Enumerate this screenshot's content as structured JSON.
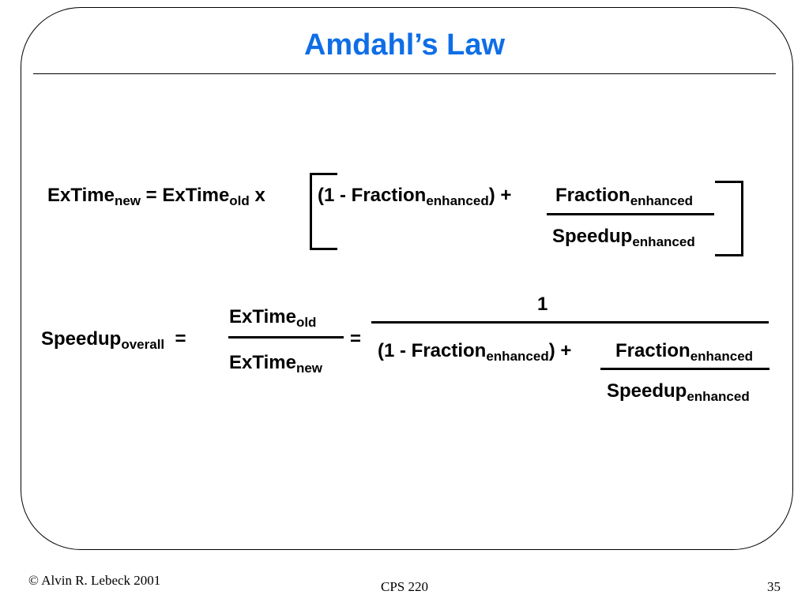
{
  "slide": {
    "title": "Amdahl’s Law"
  },
  "eq1": {
    "lhs_base": "ExTime",
    "lhs_sub": "new",
    "equals": "=",
    "old_base": "ExTime",
    "old_sub": "old",
    "times": "x",
    "term1_base": "(1 - Fraction",
    "term1_sub": "enhanced",
    "term1_close": ") +",
    "num_base": "Fraction",
    "num_sub": "enhanced",
    "den_base": "Speedup",
    "den_sub": "enhanced"
  },
  "eq2": {
    "lhs_base": "Speedup",
    "lhs_sub": "overall",
    "equals1": "=",
    "num_base": "ExTime",
    "num_sub": "old",
    "den_base": "ExTime",
    "den_sub": "new",
    "equals2": "=",
    "one": "1",
    "term1_base": "(1 - Fraction",
    "term1_sub": "enhanced",
    "term1_close": ") +",
    "frac_num_base": "Fraction",
    "frac_num_sub": "enhanced",
    "frac_den_base": "Speedup",
    "frac_den_sub": "enhanced"
  },
  "footer": {
    "copyright": "© Alvin R. Lebeck 2001",
    "course": "CPS 220",
    "page": "35"
  }
}
